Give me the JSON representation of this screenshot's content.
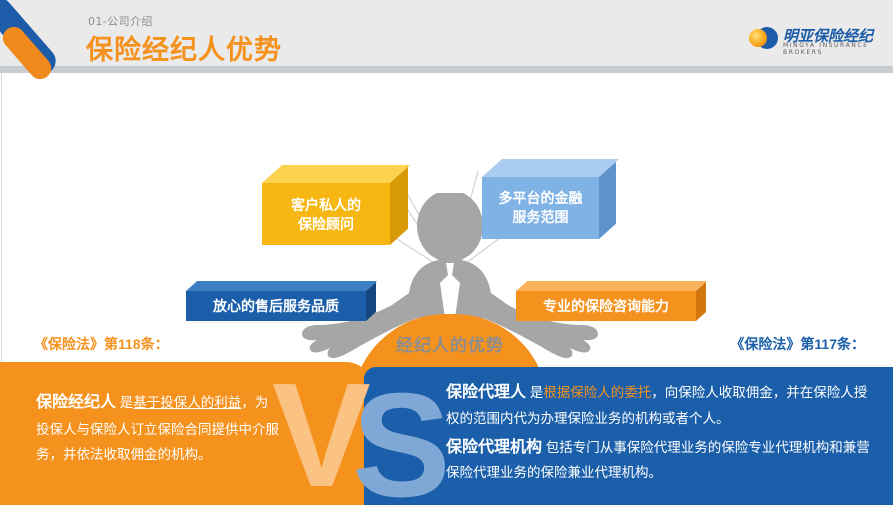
{
  "header": {
    "kicker": "01-公司介绍",
    "title": "保险经纪人优势",
    "brand": {
      "cn": "明亚保险经纪",
      "en": "MINGYA INSURANCE BROKERS"
    }
  },
  "diagram": {
    "center_label": "经纪人的优势",
    "boxes": [
      {
        "id": "advisor",
        "label_line1": "客户私人的",
        "label_line2": "保险顾问",
        "color": "#F6B713"
      },
      {
        "id": "platform",
        "label_line1": "多平台的金融",
        "label_line2": "服务范围",
        "color": "#7FB2E5"
      },
      {
        "id": "service",
        "label_line1": "放心的售后服务品质",
        "label_line2": "",
        "color": "#1B5FAA"
      },
      {
        "id": "consult",
        "label_line1": "专业的保险咨询能力",
        "label_line2": "",
        "color": "#F5921E"
      }
    ]
  },
  "compare": {
    "vs_left_letter": "V",
    "vs_right_letter": "S",
    "left": {
      "law_heading": "《保险法》第118条：",
      "lead": "保险经纪人",
      "text_before": " 是",
      "text_underlined": "基于投保人的利益",
      "text_after": "，为投保人与保险人订立保险合同提供中介服务，并依法收取佣金的机构。",
      "panel_color": "#F5921E"
    },
    "right": {
      "law_heading": "《保险法》第117条：",
      "p1_lead": "保险代理人",
      "p1_before": " 是",
      "p1_highlight": "根据保险人的委托",
      "p1_after": "，向保险人收取佣金，并在保险人授权的范围内代为办理保险业务的机构或者个人。",
      "p2_lead": "保险代理机构",
      "p2_text": " 包括专门从事保险代理业务的保险专业代理机构和兼营保险代理业务的保险兼业代理机构。",
      "panel_color": "#1B5FAA"
    }
  }
}
